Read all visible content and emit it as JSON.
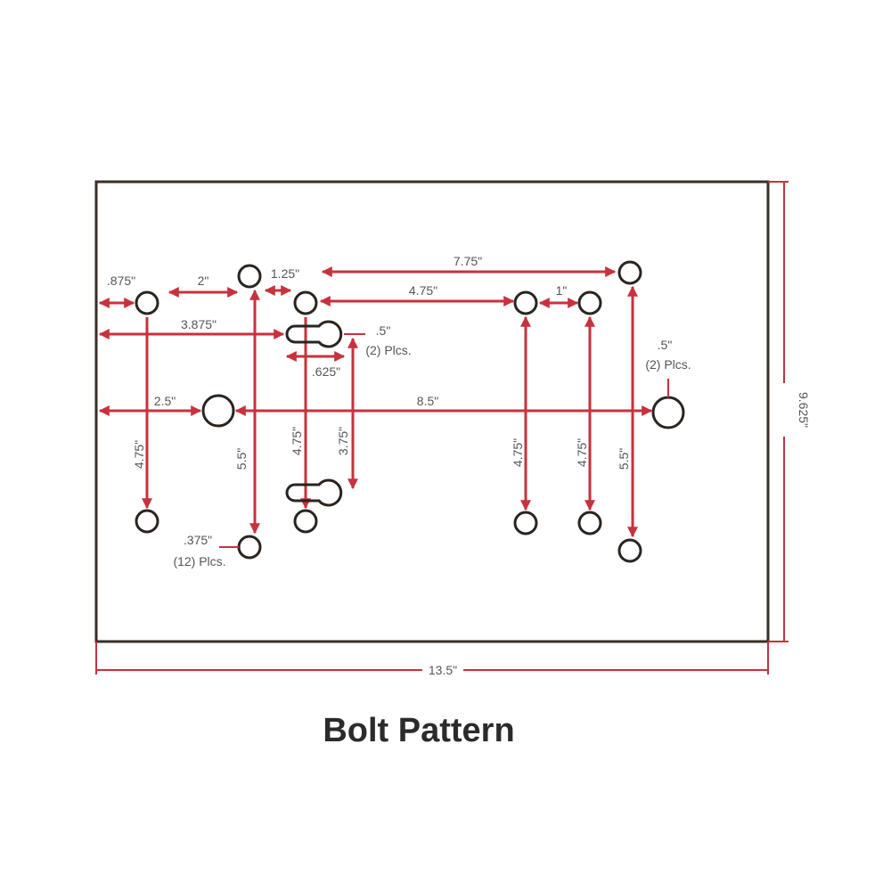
{
  "title": "Bolt Pattern",
  "colors": {
    "frame": "#3a2e26",
    "dimension": "#c8313d",
    "hole": "#2a2420",
    "text": "#555555"
  },
  "plate": {
    "width_label": "13.5\"",
    "height_label": "9.625\""
  },
  "dimensions": {
    "d875": ".875\"",
    "d2": "2\"",
    "d125": "1.25\"",
    "d775": "7.75\"",
    "d475_top": "4.75\"",
    "d1": "1\"",
    "d3875": "3.875\"",
    "d625": ".625\"",
    "d25": "2.5\"",
    "d85": "8.5\"",
    "v475_a": "4.75\"",
    "v55_a": "5.5\"",
    "v475_b": "4.75\"",
    "v375": "3.75\"",
    "v475_c": "4.75\"",
    "v475_d": "4.75\"",
    "v55_b": "5.5\""
  },
  "callouts": {
    "slot_size": ".5\"",
    "slot_qty": "(2) Plcs.",
    "large_hole_size": ".5\"",
    "large_hole_qty": "(2) Plcs.",
    "small_hole_size": ".375\"",
    "small_hole_qty": "(12) Plcs."
  }
}
